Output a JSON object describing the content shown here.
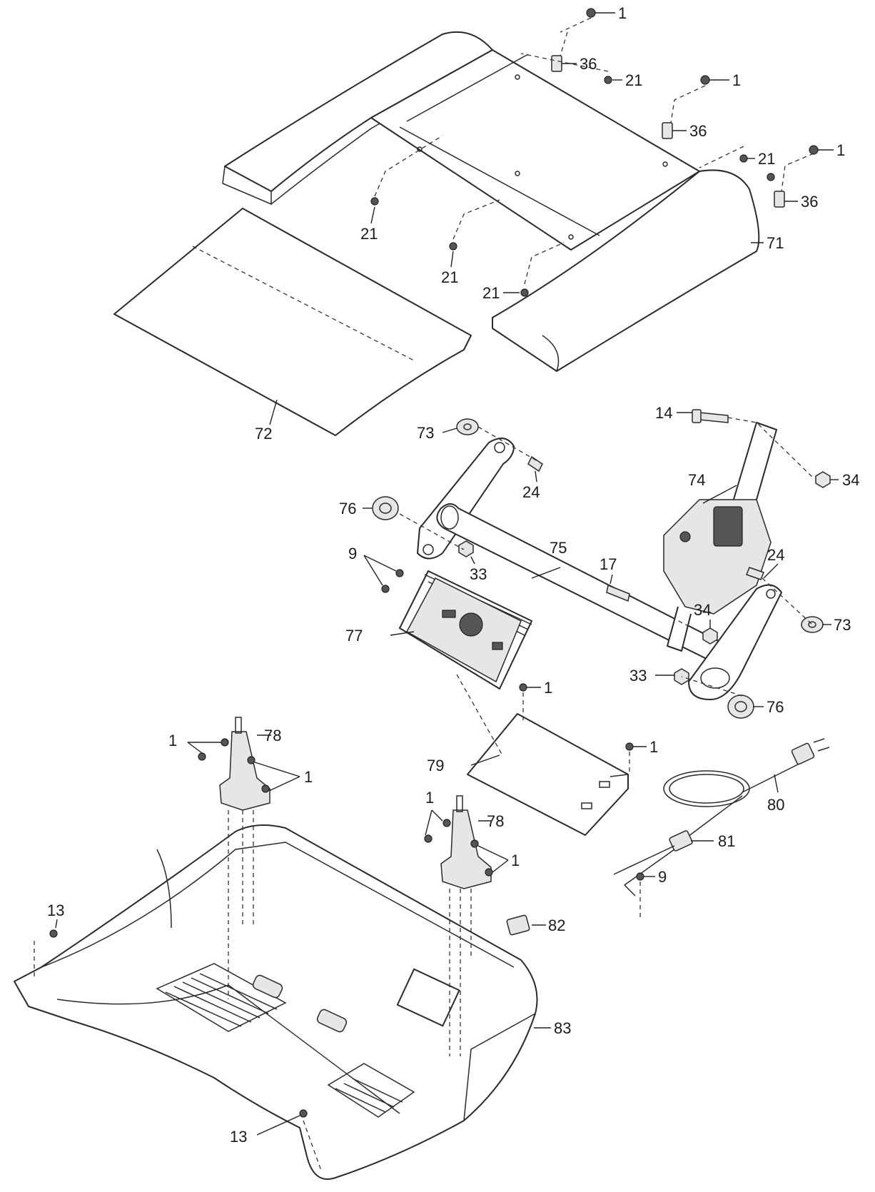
{
  "labels": [
    {
      "id": "l1a",
      "text": "1"
    },
    {
      "id": "l36a",
      "text": "36"
    },
    {
      "id": "l21a",
      "text": "21"
    },
    {
      "id": "l1b",
      "text": "1"
    },
    {
      "id": "l36b",
      "text": "36"
    },
    {
      "id": "l21b",
      "text": "21"
    },
    {
      "id": "l1c",
      "text": "1"
    },
    {
      "id": "l36c",
      "text": "36"
    },
    {
      "id": "l71",
      "text": "71"
    },
    {
      "id": "l21c",
      "text": "21"
    },
    {
      "id": "l21d",
      "text": "21"
    },
    {
      "id": "l21e",
      "text": "21"
    },
    {
      "id": "l72",
      "text": "72"
    },
    {
      "id": "l14",
      "text": "14"
    },
    {
      "id": "l34a",
      "text": "34"
    },
    {
      "id": "l73a",
      "text": "73"
    },
    {
      "id": "l24a",
      "text": "24"
    },
    {
      "id": "l74",
      "text": "74"
    },
    {
      "id": "l76a",
      "text": "76"
    },
    {
      "id": "l75",
      "text": "75"
    },
    {
      "id": "l17",
      "text": "17"
    },
    {
      "id": "l33a",
      "text": "33"
    },
    {
      "id": "l24b",
      "text": "24"
    },
    {
      "id": "l9a",
      "text": "9"
    },
    {
      "id": "l34b",
      "text": "34"
    },
    {
      "id": "l73b",
      "text": "73"
    },
    {
      "id": "l77",
      "text": "77"
    },
    {
      "id": "l33b",
      "text": "33"
    },
    {
      "id": "l1d",
      "text": "1"
    },
    {
      "id": "l76b",
      "text": "76"
    },
    {
      "id": "l78a",
      "text": "78"
    },
    {
      "id": "l1e",
      "text": "1"
    },
    {
      "id": "l1f",
      "text": "1"
    },
    {
      "id": "l79",
      "text": "79"
    },
    {
      "id": "l1g",
      "text": "1"
    },
    {
      "id": "l80",
      "text": "80"
    },
    {
      "id": "l1h",
      "text": "1"
    },
    {
      "id": "l78b",
      "text": "78"
    },
    {
      "id": "l81",
      "text": "81"
    },
    {
      "id": "l1i",
      "text": "1"
    },
    {
      "id": "l9b",
      "text": "9"
    },
    {
      "id": "l13a",
      "text": "13"
    },
    {
      "id": "l82",
      "text": "82"
    },
    {
      "id": "l83",
      "text": "83"
    },
    {
      "id": "l13b",
      "text": "13"
    }
  ]
}
